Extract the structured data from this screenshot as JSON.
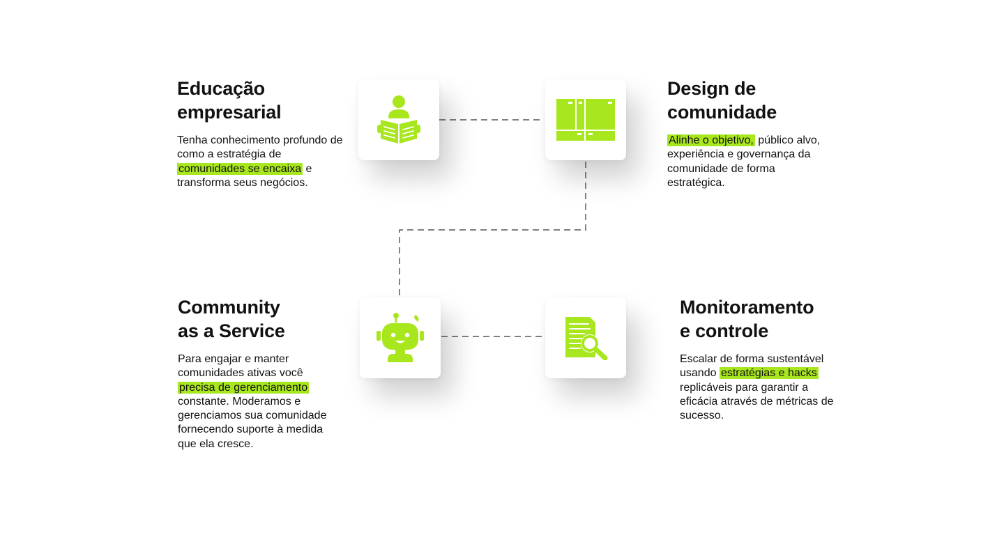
{
  "colors": {
    "accent": "#a8e61d",
    "text": "#111111",
    "connector": "#333333"
  },
  "blocks": [
    {
      "id": "educacao",
      "icon": "reader-book-icon",
      "title_lines": [
        "Educação",
        "empresarial"
      ],
      "desc": {
        "before": "Tenha conhecimento profundo de como a estratégia de ",
        "highlight": "comunidades se encaixa",
        "after": " e transforma seus negócios."
      }
    },
    {
      "id": "design",
      "icon": "modular-blocks-icon",
      "title_lines": [
        "Design de",
        "comunidade"
      ],
      "desc": {
        "before": "",
        "highlight": "Alinhe o objetivo,",
        "after": " público alvo, experiência e governança da comunidade de forma estratégica."
      }
    },
    {
      "id": "caas",
      "icon": "robot-icon",
      "title_lines": [
        "Community",
        "as a Service"
      ],
      "desc": {
        "before": "Para engajar e manter comunidades ativas você ",
        "highlight": "precisa de gerenciamento",
        "after": " constante. Moderamos e gerenciamos sua comunidade fornecendo suporte à medida que ela cresce."
      }
    },
    {
      "id": "monitoramento",
      "icon": "document-search-icon",
      "title_lines": [
        "Monitoramento",
        "e controle"
      ],
      "desc": {
        "before": "Escalar de forma sustentável usando ",
        "highlight": "estratégias e hacks",
        "after": " replicáveis para garantir a eficácia através de métricas de sucesso."
      }
    }
  ]
}
